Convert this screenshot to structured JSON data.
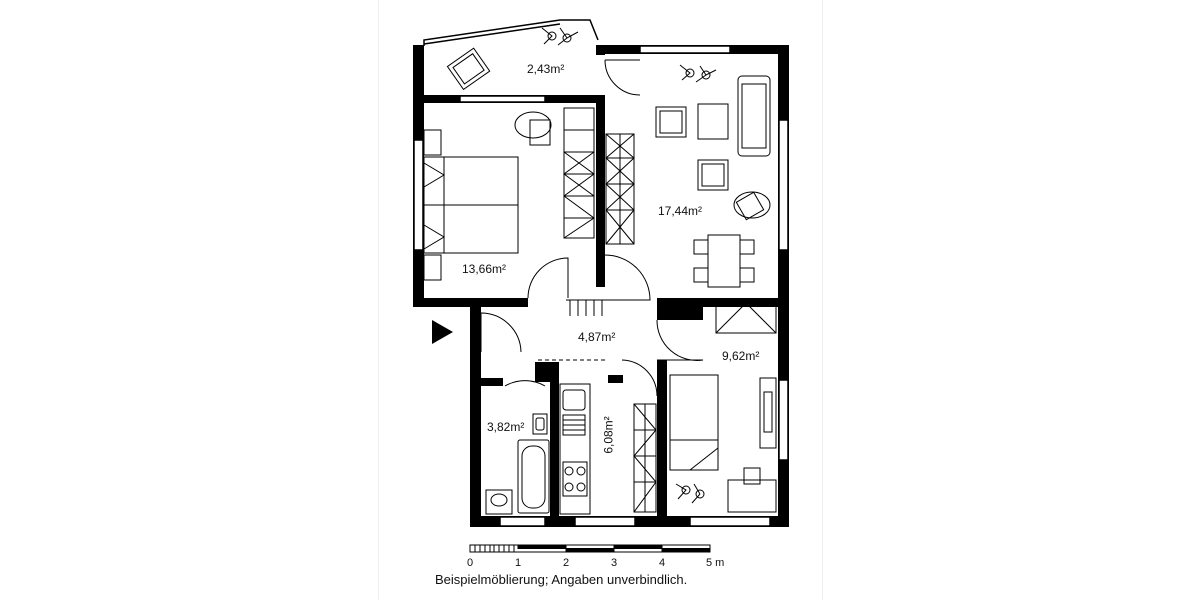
{
  "rooms": [
    {
      "id": "balcony",
      "area": "2,43m²"
    },
    {
      "id": "bedroom",
      "area": "13,66m²"
    },
    {
      "id": "living",
      "area": "17,44m²"
    },
    {
      "id": "hallway",
      "area": "4,87m²"
    },
    {
      "id": "bathroom",
      "area": "3,82m²"
    },
    {
      "id": "kitchen",
      "area": "6,08m²"
    },
    {
      "id": "room",
      "area": "9,62m²"
    }
  ],
  "scale": {
    "ticks": [
      "0",
      "1",
      "2",
      "3",
      "4"
    ],
    "last_tick": "5 m"
  },
  "caption": "Beispielmöblierung; Angaben unverbindlich.",
  "icons": [
    "entrance-arrow-icon",
    "plant-icon"
  ],
  "colors": {
    "wall": "#000000",
    "background": "#ffffff"
  }
}
